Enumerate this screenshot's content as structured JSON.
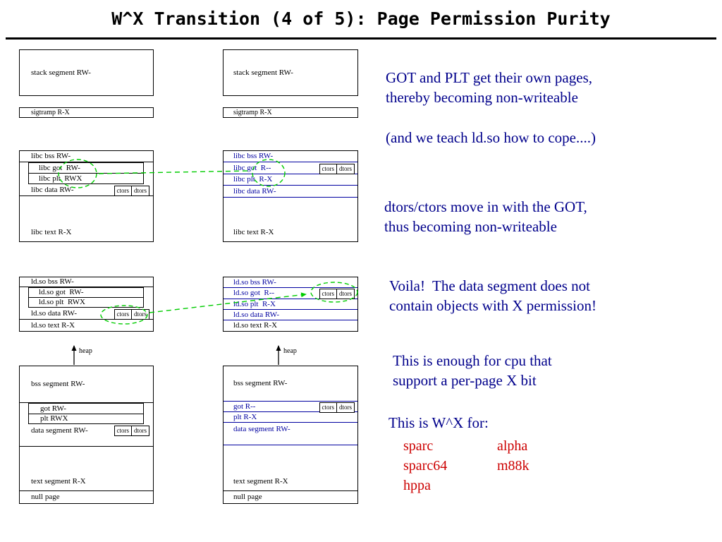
{
  "title": "W^X Transition (4 of 5): Page Permission Purity",
  "labels": {
    "ctors": "ctors",
    "dtors": "dtors",
    "heap": "heap"
  },
  "left": {
    "stack": "stack segment RW-",
    "sigtramp": "sigtramp R-X",
    "libc": {
      "bss": "libc bss RW-",
      "got": "libc got  RW-",
      "plt": "libc plt  RWX",
      "data": "libc data RW-",
      "text": "libc text R-X"
    },
    "ldso": {
      "bss": "ld.so bss RW-",
      "got": "ld.so got  RW-",
      "plt": "ld.so plt  RWX",
      "data": "ld.so data RW-",
      "text": "ld.so text R-X"
    },
    "exe": {
      "bss": "bss segment RW-",
      "got": "got RW-",
      "plt": "plt RWX",
      "data": "data segment RW-",
      "text": "text segment R-X",
      "nullpage": "null page"
    }
  },
  "right": {
    "stack": "stack segment RW-",
    "sigtramp": "sigtramp R-X",
    "libc": {
      "bss": "libc bss RW-",
      "got": "libc got  R--",
      "plt": "libc plt  R-X",
      "data": "libc data RW-",
      "text": "libc text R-X"
    },
    "ldso": {
      "bss": "ld.so bss RW-",
      "got": "ld.so got  R--",
      "plt": "ld.so plt  R-X",
      "data": "ld.so data RW-",
      "text": "ld.so text R-X"
    },
    "exe": {
      "bss": "bss segment RW-",
      "got": "got R--",
      "plt": "plt R-X",
      "data": "data segment RW-",
      "text": "text segment R-X",
      "nullpage": "null page"
    }
  },
  "notes": {
    "got_plt_1": "GOT and PLT get their own pages,",
    "got_plt_2": "thereby becoming non-writeable",
    "ldso_cope": "(and we teach ld.so how to cope....)",
    "dtors_1": "dtors/ctors move in with the GOT,",
    "dtors_2": "thus becoming non-writeable",
    "voila_1": "Voila!  The data segment does not",
    "voila_2": "contain objects with X permission!",
    "cpu_1": "This is enough for cpu that",
    "cpu_2": "support a per-page X bit",
    "wx_for": "This is W^X for:"
  },
  "arches": {
    "col1": [
      "sparc",
      "sparc64",
      "hppa"
    ],
    "col2": [
      "alpha",
      "m88k"
    ]
  },
  "colors": {
    "note_text": "#00008b",
    "arch_text": "#cc0000",
    "annotation_green": "#00cc00",
    "changed_row_blue": "#0000a0"
  }
}
